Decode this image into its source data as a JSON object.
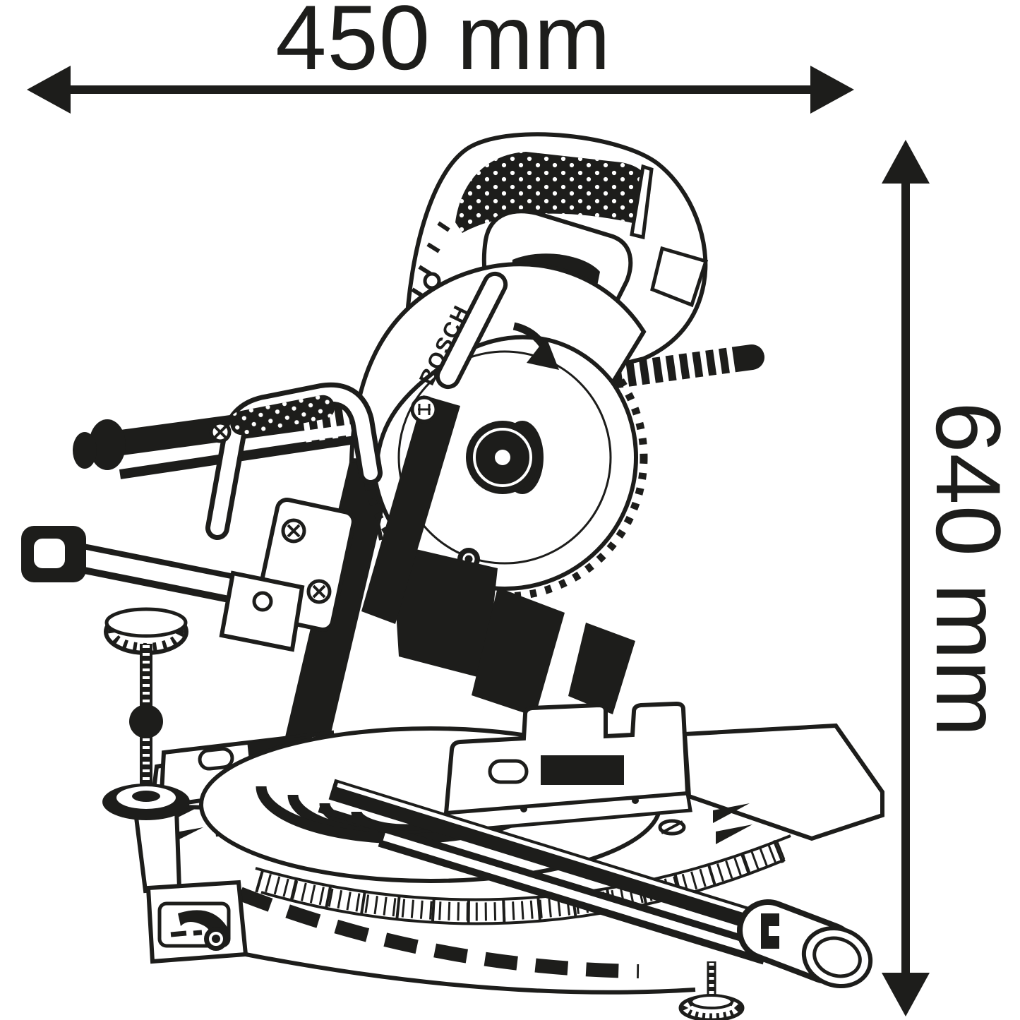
{
  "figure": {
    "type": "product-dimension-diagram",
    "subject": "Sliding compound mitre saw technical line drawing",
    "brand_label": "BOSCH"
  },
  "dimensions": {
    "width": {
      "label": "450 mm",
      "value": 450,
      "unit": "mm",
      "orientation": "horizontal",
      "position": "top"
    },
    "height": {
      "label": "640 mm",
      "value": 640,
      "unit": "mm",
      "orientation": "vertical",
      "position": "right"
    }
  },
  "colors": {
    "ink": "#1d1d1b",
    "background": "#ffffff"
  },
  "icons": {
    "horizontal_arrow": "double-headed-arrow-left-right",
    "vertical_arrow": "double-headed-arrow-up-down",
    "rotation_arrow": "blade-rotation-direction-arrow",
    "brand_logo": "bosch-anchor-logo"
  }
}
